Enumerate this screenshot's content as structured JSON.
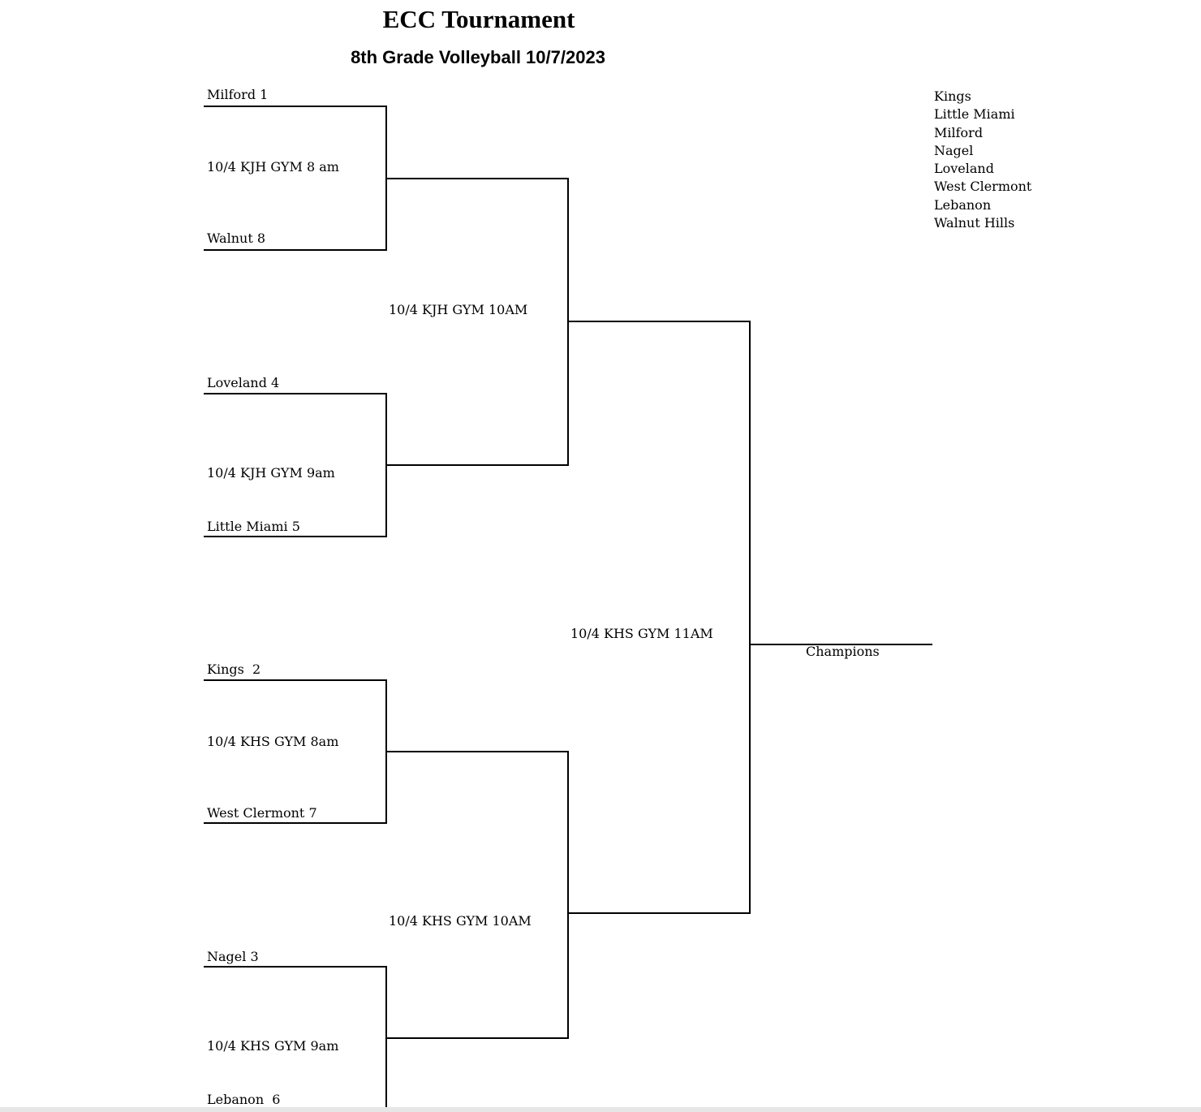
{
  "header": {
    "title": "ECC Tournament",
    "subtitle": "8th Grade Volleyball 10/7/2023"
  },
  "round1": {
    "m1": {
      "top": "Milford 1",
      "game": "10/4 KJH GYM 8 am",
      "bottom": "Walnut 8"
    },
    "m2": {
      "top": "Loveland 4",
      "game": "10/4 KJH GYM 9am",
      "bottom": "Little Miami 5"
    },
    "m3": {
      "top": "Kings  2",
      "game": "10/4 KHS GYM 8am",
      "bottom": "West Clermont 7"
    },
    "m4": {
      "top": "Nagel 3",
      "game": "10/4 KHS GYM 9am",
      "bottom": "Lebanon  6"
    }
  },
  "semifinals": {
    "top_game": "10/4 KJH GYM 10AM",
    "bottom_game": "10/4 KHS GYM 10AM"
  },
  "final": {
    "game": "10/4 KHS GYM 11AM",
    "champion_label": "Champions"
  },
  "teams": [
    "Kings",
    "Little Miami",
    "Milford",
    "Nagel",
    "Loveland",
    "West Clermont",
    "Lebanon",
    "Walnut Hills"
  ]
}
